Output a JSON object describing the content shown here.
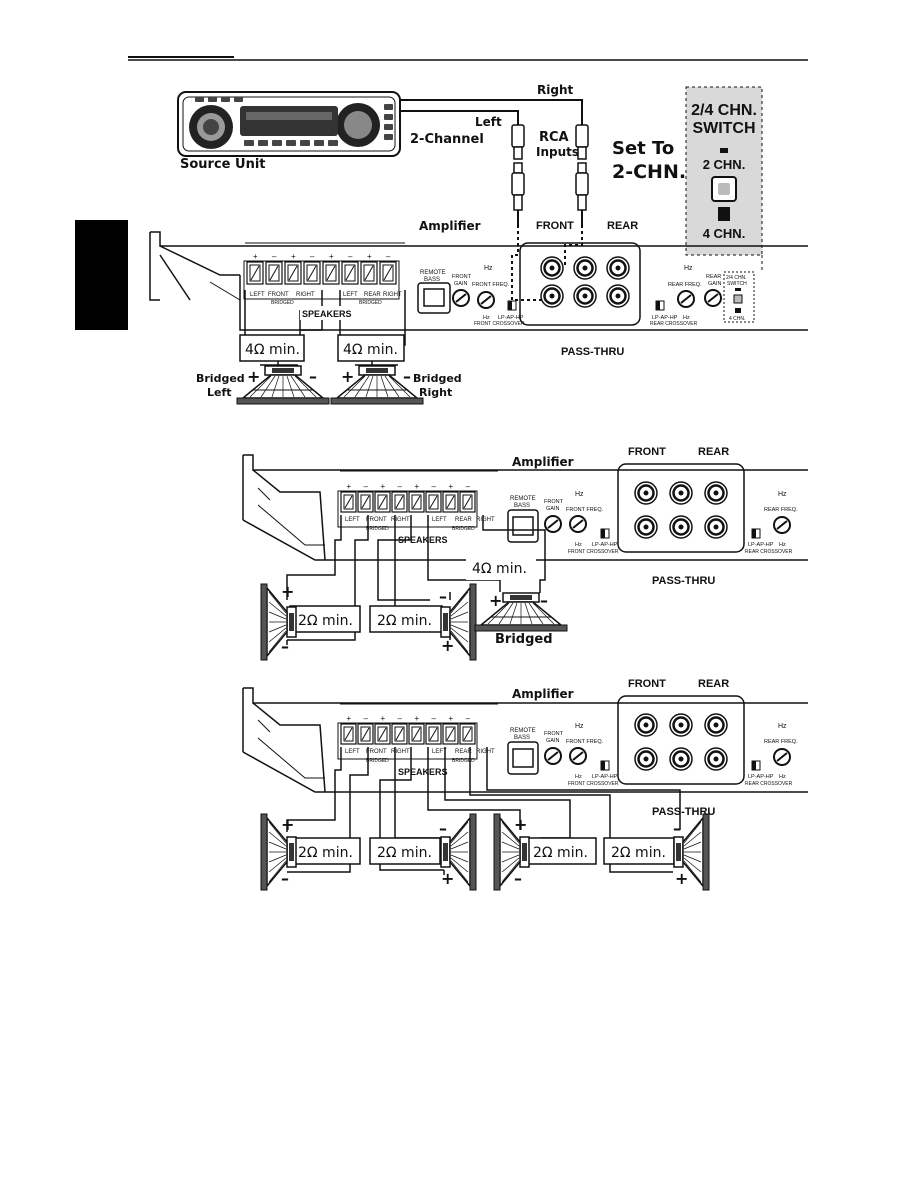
{
  "page": {
    "side_tab": ""
  },
  "diagram1": {
    "source_unit_label": "Source Unit",
    "right_label": "Right",
    "left_label": "Left",
    "two_channel_label": "2-Channel",
    "rca_label_1": "RCA",
    "rca_label_2": "Inputs",
    "set_to_1": "Set To",
    "set_to_2": "2-CHN.",
    "switch_title_1": "2/4 CHN.",
    "switch_title_2": "SWITCH",
    "switch_2ch": "2 CHN.",
    "switch_4ch": "4 CHN.",
    "amplifier_label": "Amplifier",
    "front_label": "FRONT",
    "rear_label": "REAR",
    "pass_thru_label": "PASS-THRU",
    "speakers_label": "SPEAKERS",
    "ohm_left": "4Ω min.",
    "ohm_right": "4Ω min.",
    "bridged_left_1": "Bridged",
    "bridged_left_2": "Left",
    "bridged_right_1": "Bridged",
    "bridged_right_2": "Right"
  },
  "diagram2": {
    "amplifier_label": "Amplifier",
    "front_label": "FRONT",
    "rear_label": "REAR",
    "pass_thru_label": "PASS-THRU",
    "speakers_label": "SPEAKERS",
    "ohm_bridged": "4Ω min.",
    "ohm_left": "2Ω min.",
    "ohm_right": "2Ω min.",
    "bridged_label": "Bridged"
  },
  "diagram3": {
    "amplifier_label": "Amplifier",
    "front_label": "FRONT",
    "rear_label": "REAR",
    "pass_thru_label": "PASS-THRU",
    "speakers_label": "SPEAKERS",
    "ohm_1": "2Ω min.",
    "ohm_2": "2Ω min.",
    "ohm_3": "2Ω min.",
    "ohm_4": "2Ω min."
  },
  "amp_panel": {
    "left": "LEFT",
    "front": "FRONT",
    "right": "RIGHT",
    "rear": "REAR",
    "bridged": "BRIDGED",
    "remote_bass_1": "REMOTE",
    "remote_bass_2": "BASS",
    "front_gain_1": "FRONT",
    "front_gain_2": "GAIN",
    "rear_gain_1": "REAR",
    "rear_gain_2": "GAIN",
    "front_freq": "FRONT FREQ.",
    "rear_freq": "REAR FREQ.",
    "front_crossover": "FRONT CROSSOVER",
    "rear_crossover": "REAR CROSSOVER",
    "lp_ap_hp": "LP-AP-HP",
    "hz": "Hz"
  },
  "colors": {
    "ink": "#111111",
    "switch_panel": "#d9d9d9",
    "tab": "#000000"
  }
}
